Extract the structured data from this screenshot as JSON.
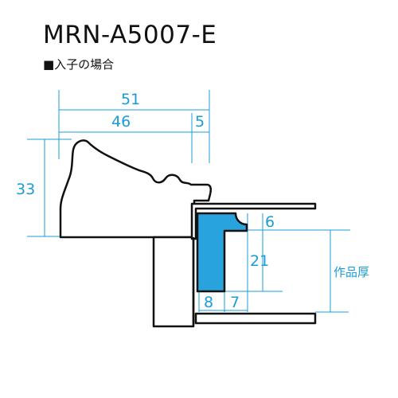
{
  "header": {
    "title": "MRN-A5007-E",
    "subtitle": "■入子の場合"
  },
  "dimensions": {
    "overall_width": "51",
    "inner_width": "46",
    "lip_width": "5",
    "height": "33",
    "rabbet_depth": "6",
    "insert_height": "21",
    "bottom_left": "8",
    "bottom_right": "7",
    "artwork_thickness_label": "作品厚"
  },
  "colors": {
    "dimension_line": "#1a9cd8",
    "insert_fill": "#29a3dd",
    "outline": "#111111"
  }
}
